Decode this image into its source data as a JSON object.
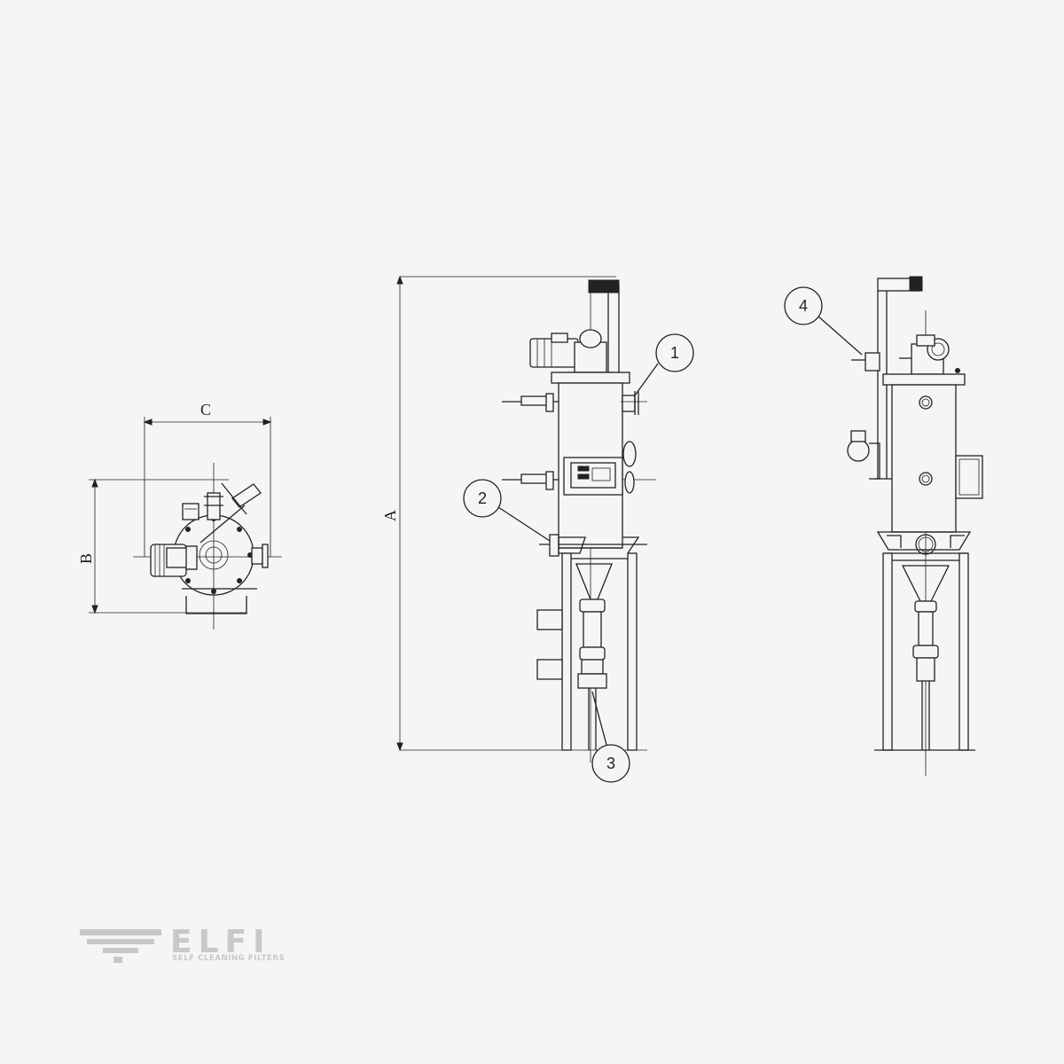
{
  "dimensions": {
    "a": "A",
    "b": "B",
    "c": "C"
  },
  "callouts": [
    "1",
    "2",
    "3",
    "4"
  ],
  "logo": {
    "wordmark": "ELFI",
    "tagline": "SELF CLEANING FILTERS",
    "color": "#c8c8c8"
  },
  "colors": {
    "background": "#f5f5f5",
    "line": "#222222"
  }
}
